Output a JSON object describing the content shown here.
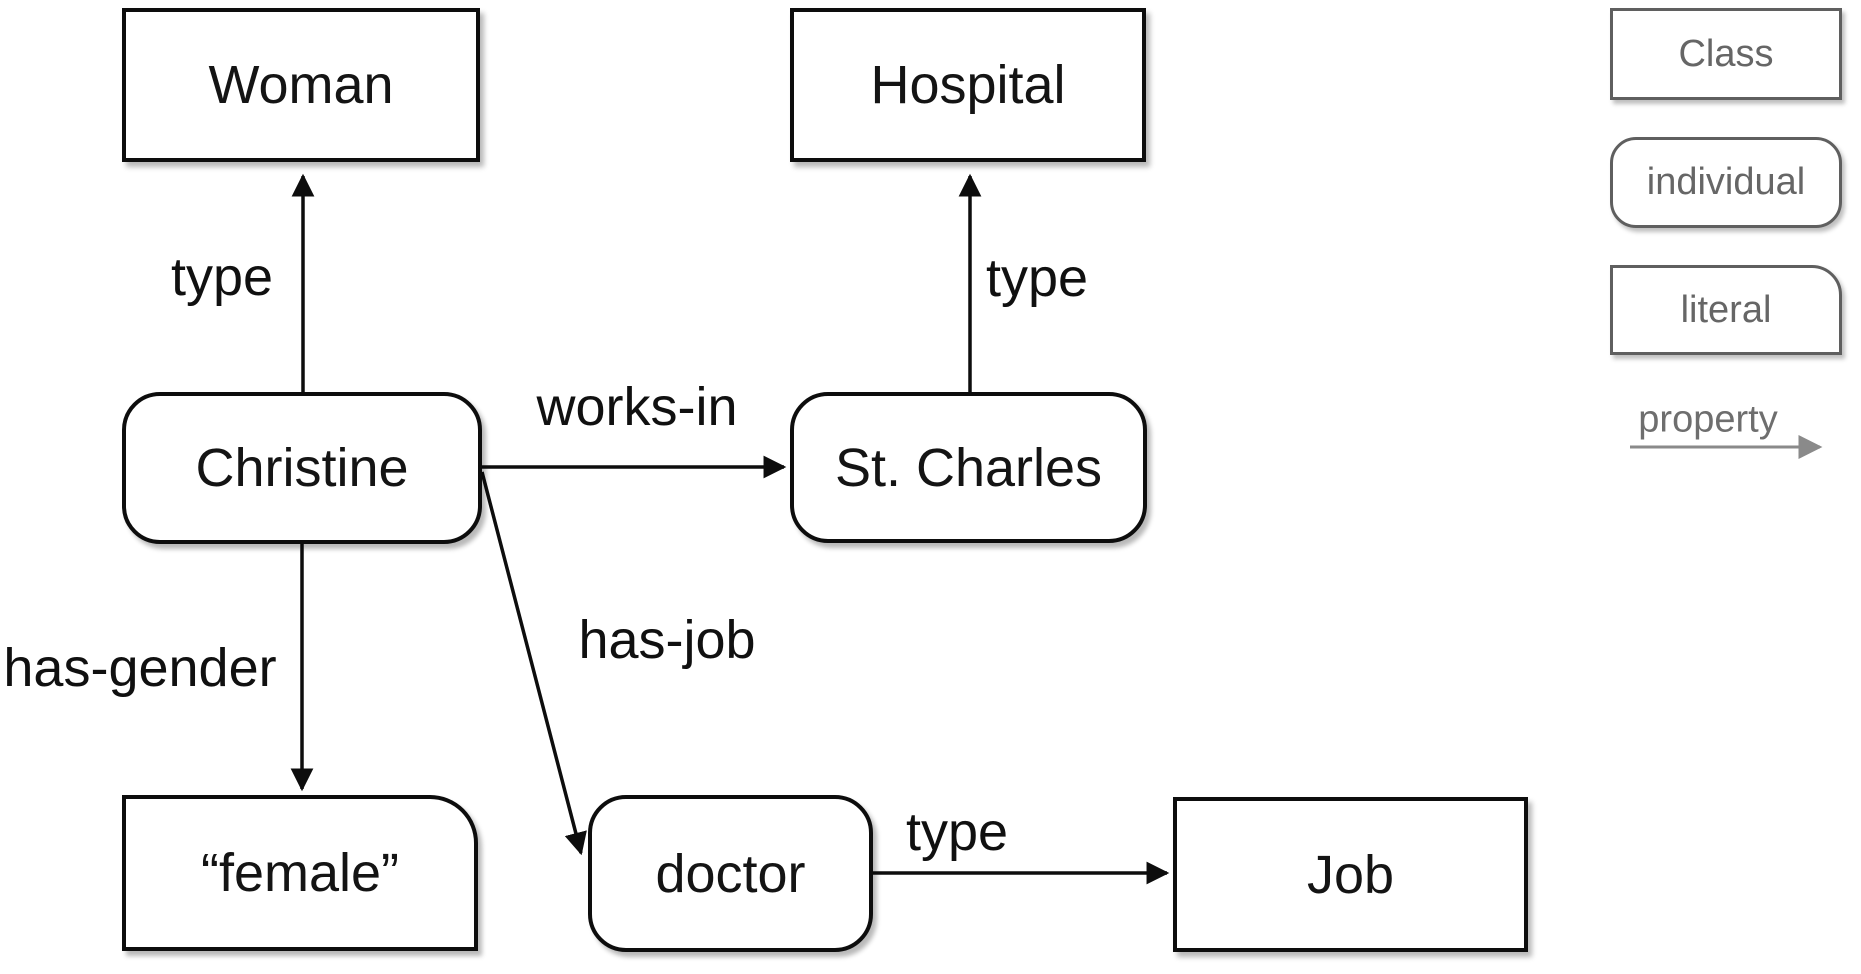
{
  "diagram": {
    "nodes": {
      "woman": {
        "label": "Woman",
        "kind": "class"
      },
      "hospital": {
        "label": "Hospital",
        "kind": "class"
      },
      "christine": {
        "label": "Christine",
        "kind": "individual"
      },
      "st_charles": {
        "label": "St. Charles",
        "kind": "individual"
      },
      "female": {
        "label": "“female”",
        "kind": "literal"
      },
      "doctor": {
        "label": "doctor",
        "kind": "individual"
      },
      "job": {
        "label": "Job",
        "kind": "class"
      }
    },
    "edges": {
      "christine_type_woman": {
        "label": "type",
        "from": "christine",
        "to": "woman"
      },
      "christine_works_in_stcharles": {
        "label": "works-in",
        "from": "christine",
        "to": "st_charles"
      },
      "st_charles_type_hospital": {
        "label": "type",
        "from": "st_charles",
        "to": "hospital"
      },
      "christine_has_gender_female": {
        "label": "has-gender",
        "from": "christine",
        "to": "female"
      },
      "christine_has_job_doctor": {
        "label": "has-job",
        "from": "christine",
        "to": "doctor"
      },
      "doctor_type_job": {
        "label": "type",
        "from": "doctor",
        "to": "job"
      }
    },
    "legend": {
      "class_label": "Class",
      "individual_label": "individual",
      "literal_label": "literal",
      "property_label": "property"
    },
    "colors": {
      "node_border": "#0d0d0d",
      "edge_stroke": "#0d0d0d",
      "node_text": "#141414",
      "legend_border": "#5f5f5f",
      "legend_text": "#666666",
      "legend_arrow": "#8a8a8a",
      "background": "#ffffff"
    }
  }
}
